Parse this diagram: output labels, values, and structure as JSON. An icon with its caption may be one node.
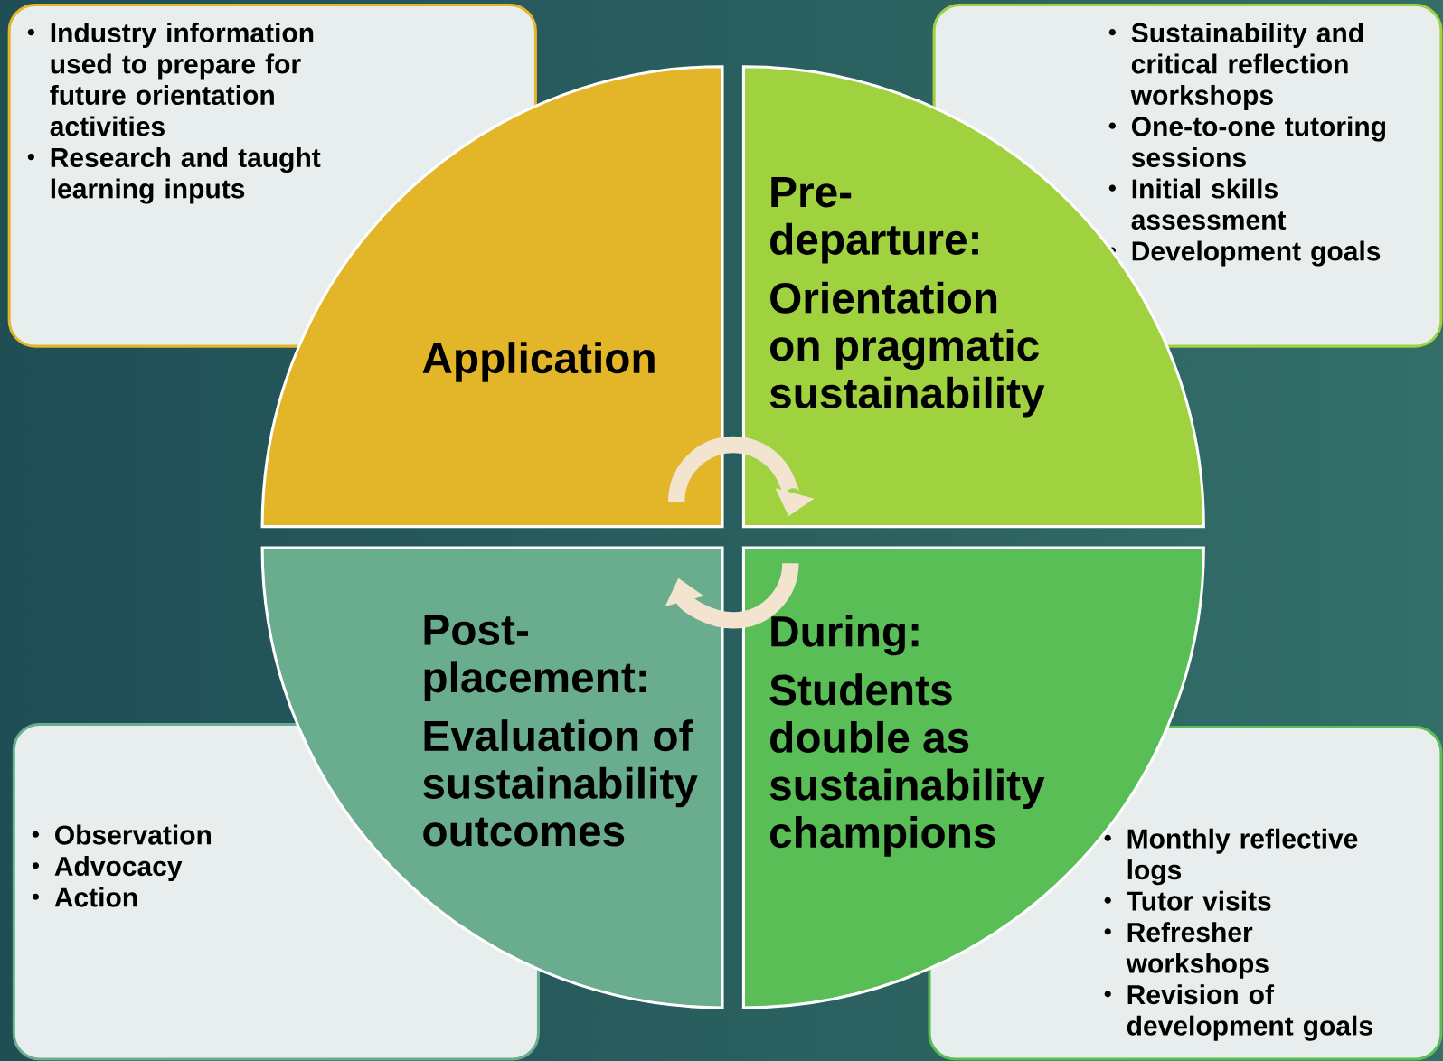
{
  "diagram": {
    "nodes": [
      {
        "text": [
          "Industry information used to prepare for future orientation activities",
          "Research and taught learning inputs"
        ]
      },
      {
        "text": [
          "Sustainability and critical reflection workshops",
          "One-to-one tutoring sessions",
          "Initial skills assessment",
          "Development goals"
        ]
      },
      {
        "text": [
          "Application"
        ]
      },
      {
        "text": [
          "Pre-departure:",
          "Orientation on pragmatic sustainability"
        ]
      },
      {
        "text": [
          "Post-placement:",
          "Evaluation of sustainability outcomes"
        ]
      },
      {
        "text": [
          "During:",
          "Students double as sustainability champions"
        ]
      },
      {
        "text": [
          "Observation",
          "Advocacy",
          "Action"
        ]
      },
      {
        "text": [
          "Monthly reflective logs",
          "Tutor visits",
          "Refresher workshops",
          "Revision of development goals"
        ]
      }
    ],
    "edges": [
      {
        "from": 2,
        "to": 3,
        "arrow": "to"
      },
      {
        "from": 5,
        "to": 4,
        "arrow": "to"
      }
    ]
  }
}
